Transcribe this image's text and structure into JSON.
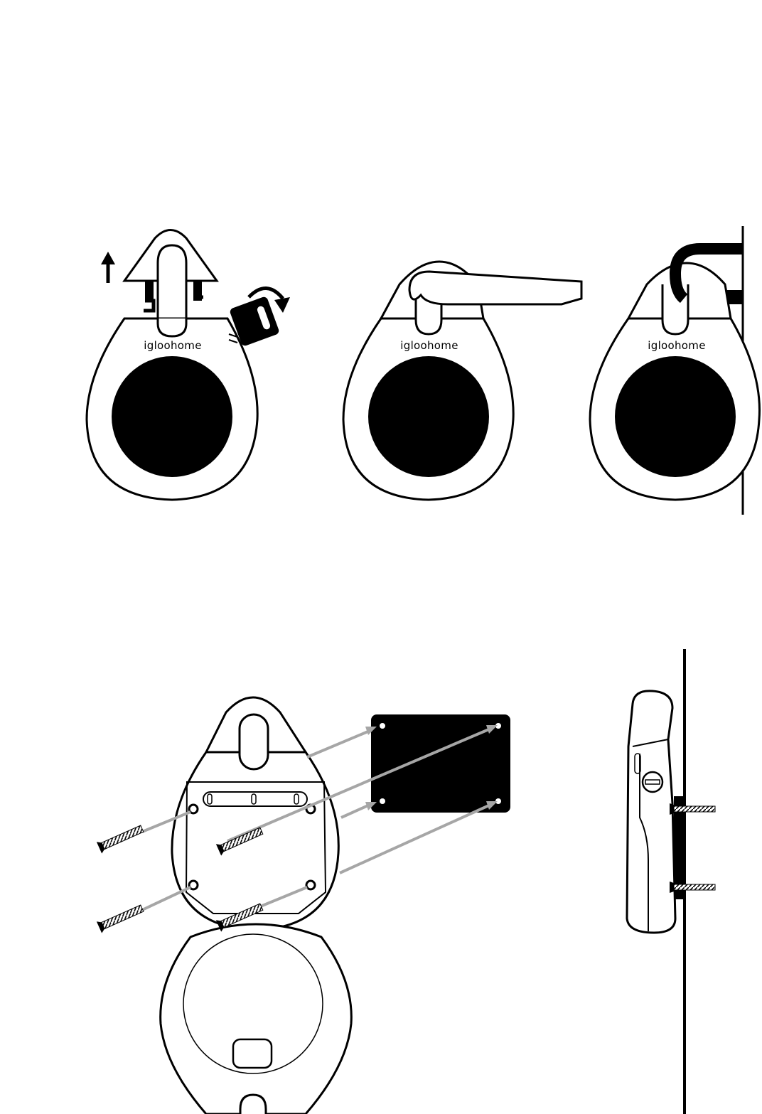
{
  "brand_label": "igloohome",
  "colors": {
    "line": "#000000",
    "fill": "#ffffff",
    "keypad": "#000000",
    "arrow": "#a6a6a6"
  },
  "steps": [
    {
      "name": "remove-shackle",
      "icons": [
        "up-arrow-icon",
        "rotate-arrow-icon",
        "key-icon"
      ]
    },
    {
      "name": "hang-on-handle",
      "icons": [
        "door-handle-icon"
      ]
    },
    {
      "name": "hang-on-pipe",
      "icons": [
        "pipe-icon",
        "wall-line-icon"
      ]
    },
    {
      "name": "wall-mount",
      "icons": [
        "screw-icon",
        "mounting-plate-icon",
        "arrow-icon"
      ]
    },
    {
      "name": "side-view",
      "icons": [
        "screw-icon",
        "wall-line-icon"
      ]
    }
  ]
}
